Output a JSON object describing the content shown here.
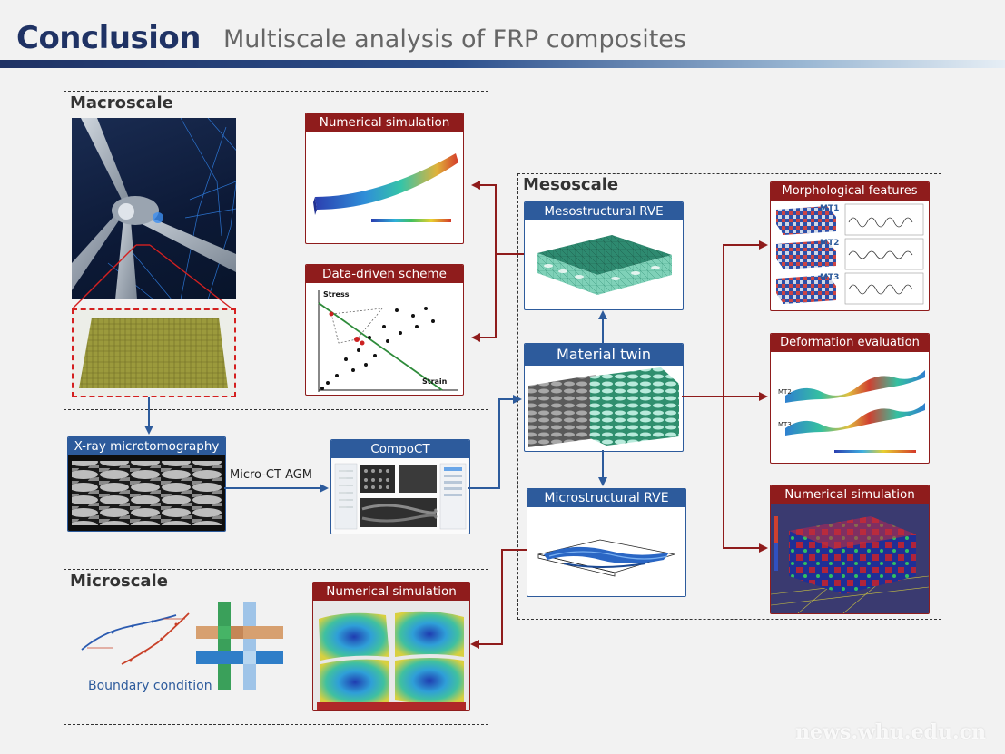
{
  "header": {
    "title": "Conclusion",
    "subtitle": "Multiscale analysis of FRP composites"
  },
  "regions": {
    "macroscale": "Macroscale",
    "mesoscale": "Mesoscale",
    "microscale": "Microscale"
  },
  "panels": {
    "macro_numerical_simulation": "Numerical simulation",
    "data_driven_scheme": "Data-driven scheme",
    "xray": "X-ray microtomography",
    "compoct": "CompoCT",
    "mesostructural_rve": "Mesostructural RVE",
    "material_twin": "Material twin",
    "microstructural_rve": "Microstructural RVE",
    "morphological_features": "Morphological features",
    "deformation_evaluation": "Deformation evaluation",
    "meso_numerical_simulation": "Numerical simulation",
    "micro_numerical_simulation": "Numerical simulation"
  },
  "labels": {
    "micro_ct_agm": "Micro-CT AGM",
    "boundary_condition": "Boundary condition",
    "stress": "Stress",
    "strain": "Strain",
    "mt1": "MT1",
    "mt2": "MT2",
    "mt3": "MT3",
    "def_mt2": "MT2",
    "def_mt3": "MT3"
  },
  "watermark": "news.whu.edu.cn",
  "colors": {
    "title": "#1f3264",
    "red": "#8f1c1c",
    "blue": "#2d5b9c"
  }
}
